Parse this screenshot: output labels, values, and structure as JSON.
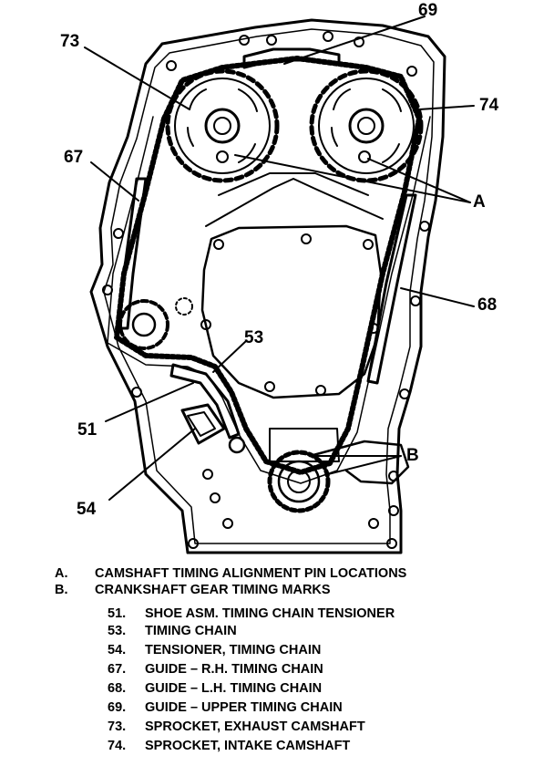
{
  "callouts": {
    "c69": "69",
    "c73": "73",
    "c74": "74",
    "c67": "67",
    "cA": "A",
    "c68": "68",
    "c53": "53",
    "c51": "51",
    "cB": "B",
    "c54": "54"
  },
  "legend": {
    "letters": [
      {
        "key": "A.",
        "text": "CAMSHAFT TIMING ALIGNMENT PIN LOCATIONS"
      },
      {
        "key": "B.",
        "text": "CRANKSHAFT GEAR TIMING MARKS"
      }
    ],
    "numbers": [
      {
        "key": "51.",
        "text": "SHOE ASM. TIMING CHAIN TENSIONER"
      },
      {
        "key": "53.",
        "text": "TIMING CHAIN"
      },
      {
        "key": "54.",
        "text": "TENSIONER, TIMING CHAIN"
      },
      {
        "key": "67.",
        "text": "GUIDE – R.H. TIMING CHAIN"
      },
      {
        "key": "68.",
        "text": "GUIDE – L.H. TIMING CHAIN"
      },
      {
        "key": "69.",
        "text": "GUIDE – UPPER TIMING CHAIN"
      },
      {
        "key": "73.",
        "text": "SPROCKET, EXHAUST CAMSHAFT"
      },
      {
        "key": "74.",
        "text": "SPROCKET, INTAKE CAMSHAFT"
      }
    ]
  }
}
